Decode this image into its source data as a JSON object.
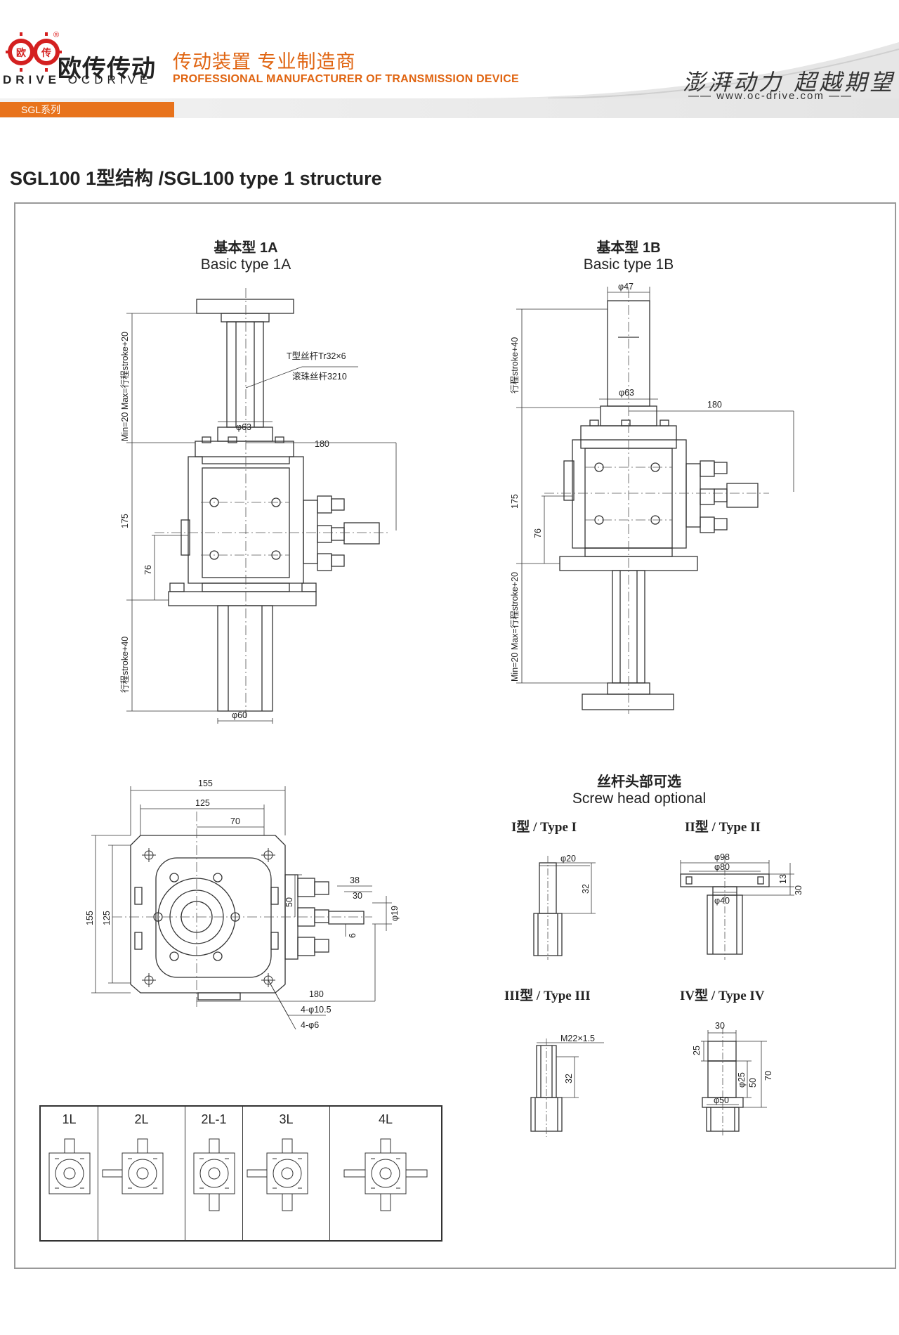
{
  "header": {
    "brand_cn": "欧传传动",
    "brand_en_bold": "DRIVE",
    "brand_en": "OCDRIVE",
    "logo_chars": [
      "欧",
      "传"
    ],
    "reg_mark": "®",
    "tagline_cn": "传动装置 专业制造商",
    "tagline_en": "PROFESSIONAL MANUFACTURER OF TRANSMISSION DEVICE",
    "slogan_cn": "澎湃动力 超越期望",
    "website": "www.oc-drive.com",
    "series_tab": "SGL系列"
  },
  "page_title": "SGL100 1型结构 /SGL100 type 1 structure",
  "views": {
    "type_1a": {
      "title_cn": "基本型 1A",
      "title_en": "Basic type 1A",
      "note_screw_t": "T型丝杆Tr32×6",
      "note_screw_ball": "滚珠丝杆3210",
      "dim_top_stroke": "Min=20 Max=行程stroke+20",
      "dim_phi63": "φ63",
      "dim_180": "180",
      "dim_175": "175",
      "dim_76": "76",
      "dim_bottom_stroke": "行程stroke+40",
      "dim_phi60": "φ60"
    },
    "type_1b": {
      "title_cn": "基本型 1B",
      "title_en": "Basic type 1B",
      "dim_phi47": "φ47",
      "dim_top_stroke": "行程stroke+40",
      "dim_phi63": "φ63",
      "dim_180": "180",
      "dim_175": "175",
      "dim_76": "76",
      "dim_bottom_stroke": "Min=20 Max=行程stroke+20"
    },
    "plan_view": {
      "dim_155_top": "155",
      "dim_125_top": "125",
      "dim_70": "70",
      "dim_155_left": "155",
      "dim_125_left": "125",
      "dim_50": "50",
      "dim_38": "38",
      "dim_30": "30",
      "dim_phi19": "φ19",
      "dim_6": "6",
      "dim_180": "180",
      "hole_large": "4-φ10.5",
      "hole_small": "4-φ6"
    },
    "screw_head": {
      "title_cn": "丝杆头部可选",
      "title_en": "Screw head optional",
      "type_1": {
        "label": "I型 / Type I",
        "dim_phi20": "φ20",
        "dim_32": "32"
      },
      "type_2": {
        "label": "II型 / Type II",
        "dim_phi98": "φ98",
        "dim_phi80": "φ80",
        "dim_13": "13",
        "dim_30": "30",
        "dim_phi40": "φ40"
      },
      "type_3": {
        "label": "III型 / Type III",
        "dim_m22": "M22×1.5",
        "dim_32": "32"
      },
      "type_4": {
        "label": "IV型 / Type IV",
        "dim_30": "30",
        "dim_25": "25",
        "dim_phi25": "φ25",
        "dim_50": "50",
        "dim_70": "70",
        "dim_phi50": "φ50"
      }
    }
  },
  "config_table": [
    "1L",
    "2L",
    "2L-1",
    "3L",
    "4L"
  ]
}
